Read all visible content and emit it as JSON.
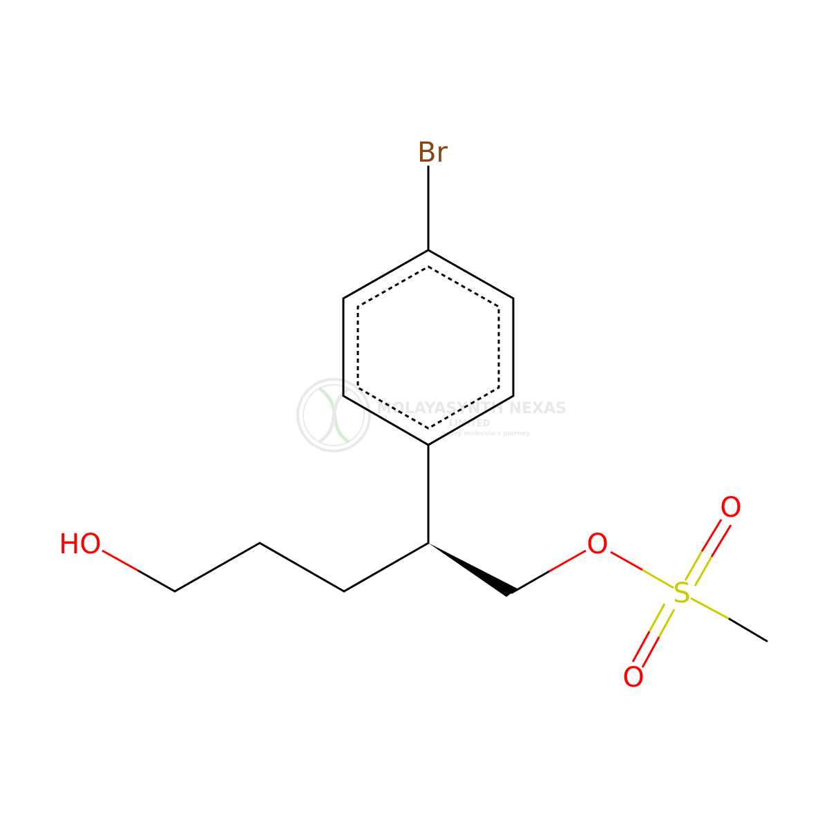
{
  "molecule": {
    "atoms": {
      "br": {
        "label": "Br",
        "color": "#8B4513"
      },
      "ho": {
        "label": "HO",
        "color": "#FF0000"
      },
      "o_ester": {
        "label": "O",
        "color": "#FF0000"
      },
      "s": {
        "label": "S",
        "color": "#CCCC00"
      },
      "o_top": {
        "label": "O",
        "color": "#FF0000"
      },
      "o_bottom": {
        "label": "O",
        "color": "#FF0000"
      }
    },
    "bond_color": "#000000"
  },
  "watermark": {
    "line1": "MOLAYASYNTH NEXAS",
    "line2": "LIMITED",
    "line3": "every molecule's journey",
    "color": "#9E9E9E"
  }
}
